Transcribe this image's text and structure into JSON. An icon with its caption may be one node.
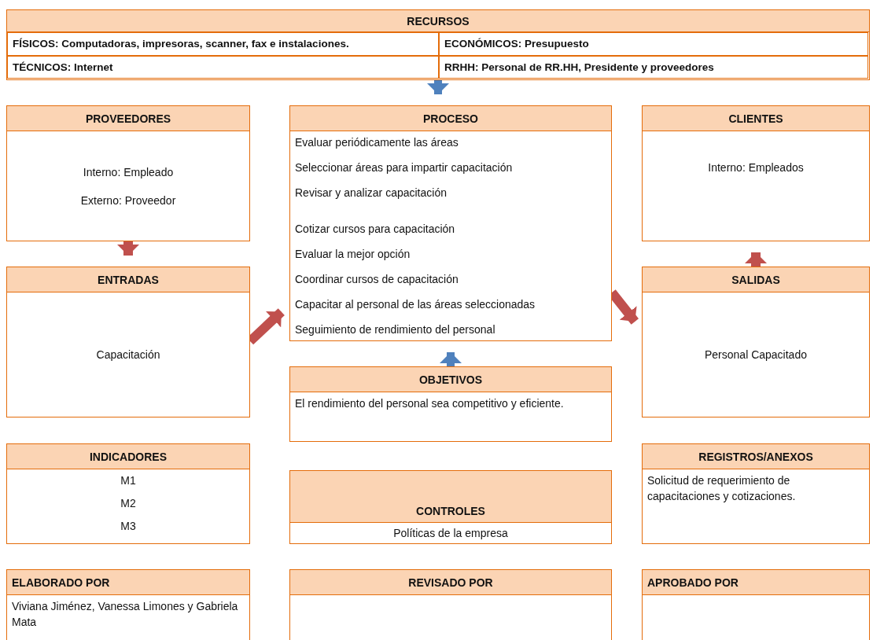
{
  "diagram": {
    "nodes": [
      {
        "text": [
          "RECURSOS",
          "FÍSICOS: Computadoras, impresoras, scanner, fax e instalaciones.",
          "ECONÓMICOS: Presupuesto",
          "TÉCNICOS: Internet",
          "RRHH: Personal de RR.HH, Presidente y proveedores"
        ]
      },
      {
        "text": [
          "PROVEEDORES",
          "Interno: Empleado",
          "Externo: Proveedor"
        ]
      },
      {
        "text": [
          "PROCESO",
          "Evaluar periódicamente las áreas",
          "Seleccionar áreas para impartir capacitación",
          "Revisar y analizar capacitación",
          "Cotizar cursos para capacitación",
          "Evaluar la mejor opción",
          "Coordinar cursos de capacitación",
          "Capacitar al personal de las áreas seleccionadas",
          "Seguimiento de rendimiento del personal"
        ]
      },
      {
        "text": [
          "CLIENTES",
          "Interno: Empleados"
        ]
      },
      {
        "text": [
          "ENTRADAS",
          "Capacitación"
        ]
      },
      {
        "text": [
          "SALIDAS",
          "Personal Capacitado"
        ]
      },
      {
        "text": [
          "OBJETIVOS",
          "El rendimiento del personal sea competitivo y eficiente."
        ]
      },
      {
        "text": [
          "INDICADORES",
          "M1",
          "M2",
          "M3"
        ]
      },
      {
        "text": [
          "CONTROLES",
          "Políticas de la empresa"
        ]
      },
      {
        "text": [
          "REGISTROS/ANEXOS",
          "Solicitud de requerimiento de capacitaciones y cotizaciones."
        ]
      },
      {
        "text": [
          "ELABORADO POR",
          "Viviana Jiménez, Vanessa Limones y Gabriela Mata"
        ]
      },
      {
        "text": [
          "REVISADO POR"
        ]
      },
      {
        "text": [
          "APROBADO POR"
        ]
      }
    ],
    "edges": [
      {
        "from": 0,
        "to": 2,
        "arrow": "to",
        "color": "#4f81bd"
      },
      {
        "from": 1,
        "to": 4,
        "arrow": "to"
      },
      {
        "from": 4,
        "to": 2,
        "arrow": "to"
      },
      {
        "from": 2,
        "to": 5,
        "arrow": "to"
      },
      {
        "from": 5,
        "to": 3,
        "arrow": "to"
      },
      {
        "from": 6,
        "to": 2,
        "arrow": "to",
        "color": "#4f81bd"
      }
    ]
  }
}
